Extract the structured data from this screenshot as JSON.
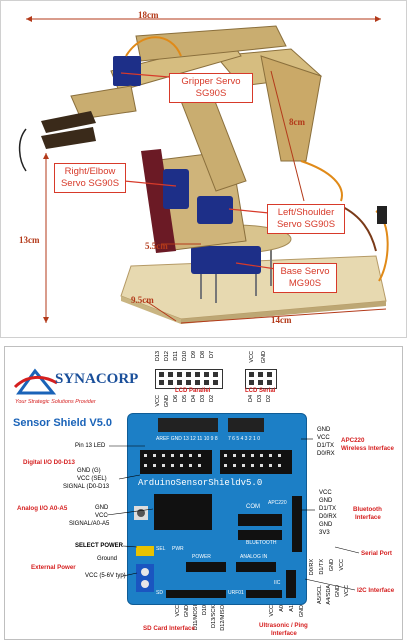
{
  "top": {
    "dimensions": {
      "width_top": "18cm",
      "height_left": "13cm",
      "arm": "8cm",
      "depth": "9.5cm",
      "base_w": "14cm",
      "gap": "5.5cm"
    },
    "callouts": {
      "gripper": [
        "Gripper Servo",
        "SG90S"
      ],
      "right_elbow": [
        "Right/Elbow",
        "Servo SG90S"
      ],
      "left_shoulder": [
        "Left/Shoulder",
        "Servo SG90S"
      ],
      "base": [
        "Base Servo",
        "MG90S"
      ]
    }
  },
  "bottom": {
    "logo": {
      "name": "SYNACORP",
      "tagline": "Your Strategic Solutions Provider"
    },
    "title": "Sensor Shield V5.0",
    "board_text": {
      "name": "ArduinoSensorShieldv5.0",
      "left_top": "AREF GND 13 12 11 10 9 8",
      "right_top": "7 6 5 4 3 2 1 0",
      "lcd_parallel": "LCD Parallel",
      "lcd_serial": "LCD Serial",
      "power": "POWER",
      "analog": "ANALOG IN",
      "urf": "URF01",
      "sd": "SD",
      "iic": "IIC",
      "com": "COM",
      "bluetooth": "BLUETOOTH",
      "apc": "APC220",
      "sel": "SEL",
      "pwr": "PWR"
    },
    "top_parallel_pins": {
      "top_row": [
        "D13",
        "D12",
        "D11",
        "D10",
        "D9",
        "D8",
        "D7"
      ],
      "left_cols": [
        "VCC",
        "GND",
        "D6",
        "D5",
        "D4",
        "D3",
        "D2"
      ]
    },
    "top_serial_pins": {
      "top": [
        "VCC",
        "GND"
      ],
      "bottom": [
        "D4",
        "D3",
        "D2"
      ]
    },
    "left_labels": {
      "pin13": "Pin 13 LED",
      "digital_io": "Digital I/O D0-D13",
      "gnd": "GND (G)",
      "vcc": "VCC (SEL)",
      "signal_d": "SIGNAL (D0-D13",
      "analog_io": "Analog I/O A0-A5",
      "a_gnd": "GND",
      "a_vcc": "VCC",
      "a_signal": "SIGNAL/A0-A5",
      "select_power": "SELECT POWER",
      "ground": "Ground",
      "external_power": "External Power",
      "vcc_typ": "VCC (5-6V typ)"
    },
    "right_labels": {
      "apc_pins": [
        "GND",
        "VCC",
        "D1/TX",
        "D0/RX"
      ],
      "apc_title": "APC220",
      "apc_sub": "Wireless Interface",
      "bt_pins": [
        "VCC",
        "GND",
        "D1/TX",
        "D0/RX",
        "GND",
        "3V3"
      ],
      "bt_title": "Bluetooth",
      "bt_sub": "Interface",
      "serial_port": "Serial Port",
      "serial_pins": [
        "D0/RX",
        "D1/TX",
        "GND",
        "VCC"
      ],
      "i2c_pins": [
        "A5/SCL",
        "A4/SDA",
        "GND",
        "VCC"
      ],
      "i2c": "I2C Interface"
    },
    "bottom_labels": {
      "sd_pins": [
        "VCC",
        "GND",
        "D11/MOSI",
        "D10",
        "D13/SCK",
        "D12/MISO"
      ],
      "sd": "SD Card Interface",
      "us_pins": [
        "VCC",
        "A0",
        "A1",
        "GND"
      ],
      "us_1": "Ultrasonic / Ping",
      "us_2": "Interface"
    },
    "colors": {
      "board": "#1c7fc6",
      "label_red": "#d51f1f",
      "accent_blue": "#1a63b8",
      "callout_red": "#d73a2a"
    }
  }
}
